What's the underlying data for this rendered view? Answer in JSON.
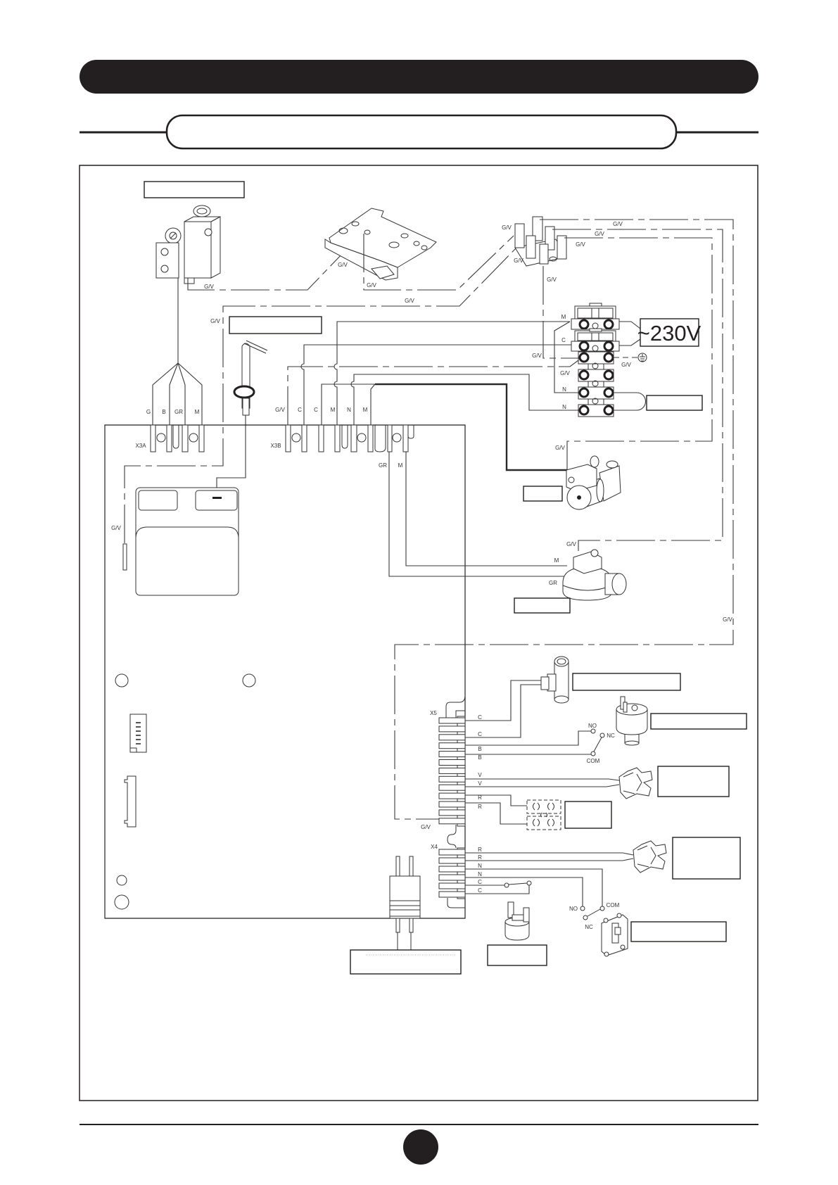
{
  "colors": {
    "ink": "#231f20",
    "paper": "#ffffff",
    "wire": "#3a3a3a"
  },
  "supply": {
    "voltage": "~230V"
  },
  "connectors": {
    "x3a": "X3A",
    "x3b": "X3B",
    "x5": "X5",
    "x4": "X4"
  },
  "gas_valve": {
    "wires": [
      "G",
      "B",
      "GR",
      "M"
    ]
  },
  "x3b": {
    "wires": [
      "G/V",
      "C",
      "C",
      "M",
      "N",
      "M"
    ]
  },
  "fan_board_wires": [
    "GR",
    "M"
  ],
  "terminal_block": {
    "m": "M",
    "c": "C",
    "n1": "N",
    "n2": "N"
  },
  "fan": {
    "m": "M",
    "gr": "GR"
  },
  "x5": {
    "wires": [
      "C",
      "C",
      "B",
      "B",
      "V",
      "V",
      "R",
      "R"
    ],
    "contacts": {
      "no": "NO",
      "nc": "NC",
      "com": "COM"
    }
  },
  "x4": {
    "wires": [
      "R",
      "R",
      "N",
      "N",
      "C",
      "C"
    ],
    "contacts": {
      "no": "NO",
      "nc": "NC",
      "com": "COM"
    }
  },
  "earth_labels": [
    "G/V",
    "G/V",
    "G/V",
    "G/V",
    "G/V",
    "G/V",
    "G/V",
    "G/V",
    "G/V",
    "G/V",
    "G/V",
    "G/V",
    "G/V",
    "G/V",
    "G/V",
    "G/V",
    "G/V",
    "G/V",
    "G/V"
  ]
}
